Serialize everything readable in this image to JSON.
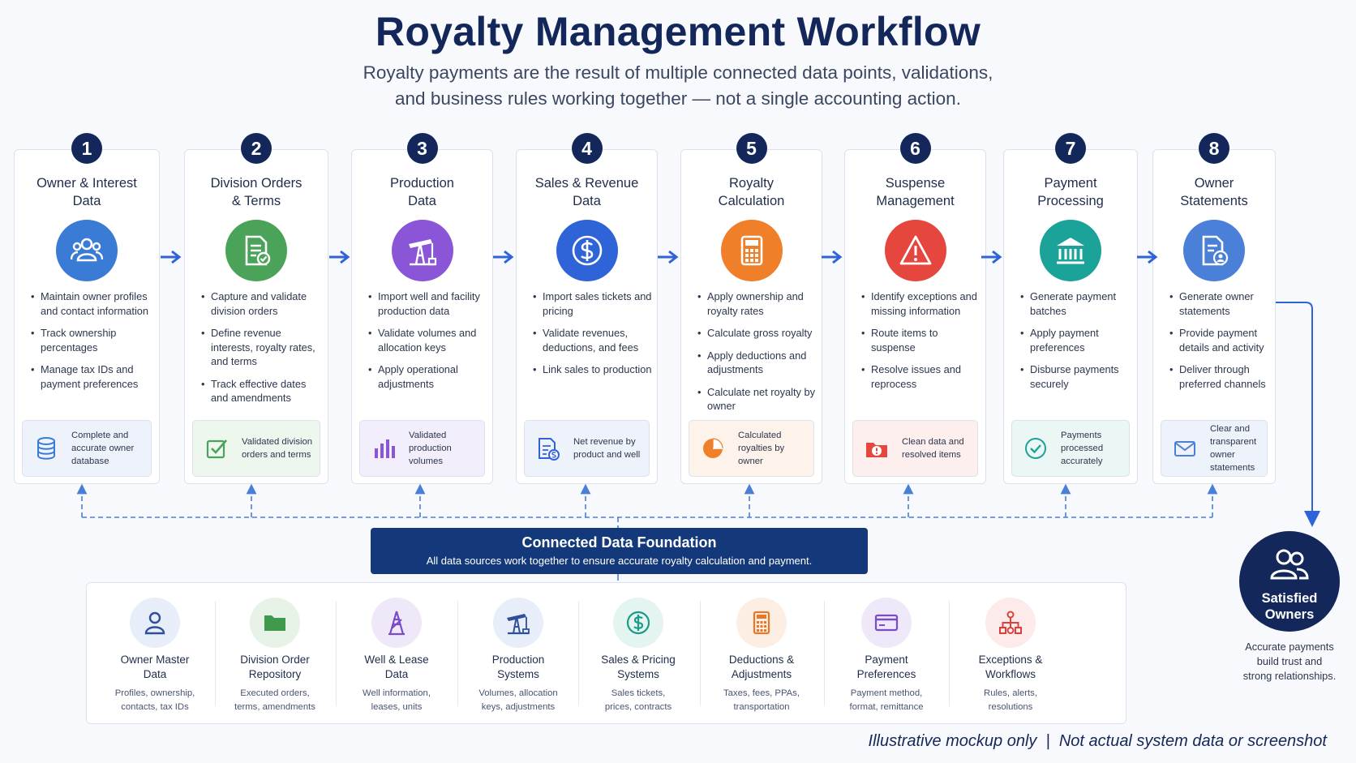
{
  "title": "Royalty Management Workflow",
  "subtitle_line1": "Royalty payments are the result of multiple connected data points, validations,",
  "subtitle_line2": "and business rules working together — not a single accounting action.",
  "steps": [
    {
      "num": "1",
      "title1": "Owner & Interest",
      "title2": "Data",
      "icon": "owner-group-icon",
      "color": "#3a7bd5",
      "bullets": [
        "Maintain owner profiles and contact information",
        "Track ownership percentages",
        "Manage tax IDs and payment preferences"
      ],
      "result": "Complete and accurate owner database",
      "result_icon": "database-icon",
      "result_bg": "#eef3fb"
    },
    {
      "num": "2",
      "title1": "Division Orders",
      "title2": "& Terms",
      "icon": "document-check-icon",
      "color": "#4aa358",
      "bullets": [
        "Capture and validate division orders",
        "Define revenue interests, royalty rates, and terms",
        "Track effective dates and amendments"
      ],
      "result": "Validated division orders and terms",
      "result_icon": "checkbox-icon",
      "result_bg": "#eef7ee"
    },
    {
      "num": "3",
      "title1": "Production",
      "title2": "Data",
      "icon": "pumpjack-icon",
      "color": "#8a55d6",
      "bullets": [
        "Import well and facility production data",
        "Validate volumes and allocation keys",
        "Apply operational adjustments"
      ],
      "result": "Validated production volumes",
      "result_icon": "bar-chart-icon",
      "result_bg": "#f3eefb"
    },
    {
      "num": "4",
      "title1": "Sales & Revenue",
      "title2": "Data",
      "icon": "dollar-circle-icon",
      "color": "#2f63d8",
      "bullets": [
        "Import sales tickets and pricing",
        "Validate revenues, deductions, and fees",
        "Link sales to production"
      ],
      "result": "Net revenue by product and well",
      "result_icon": "invoice-icon",
      "result_bg": "#eef3fb"
    },
    {
      "num": "5",
      "title1": "Royalty",
      "title2": "Calculation",
      "icon": "calculator-icon",
      "color": "#f07f2a",
      "bullets": [
        "Apply ownership and royalty rates",
        "Calculate gross royalty",
        "Apply deductions and adjustments",
        "Calculate net royalty by owner"
      ],
      "result": "Calculated royalties by owner",
      "result_icon": "pie-chart-icon",
      "result_bg": "#fdf3ea"
    },
    {
      "num": "6",
      "title1": "Suspense",
      "title2": "Management",
      "icon": "warning-icon",
      "color": "#e5473f",
      "bullets": [
        "Identify exceptions and missing information",
        "Route items to suspense",
        "Resolve issues and reprocess"
      ],
      "result": "Clean data and resolved items",
      "result_icon": "alert-folder-icon",
      "result_bg": "#fcefee"
    },
    {
      "num": "7",
      "title1": "Payment",
      "title2": "Processing",
      "icon": "bank-icon",
      "color": "#1ba39a",
      "bullets": [
        "Generate payment batches",
        "Apply payment preferences",
        "Disburse payments securely"
      ],
      "result": "Payments processed accurately",
      "result_icon": "check-circle-icon",
      "result_bg": "#ebf7f5"
    },
    {
      "num": "8",
      "title1": "Owner",
      "title2": "Statements",
      "icon": "statement-icon",
      "color": "#4a80d8",
      "bullets": [
        "Generate owner statements",
        "Provide payment details and activity",
        "Deliver through preferred channels"
      ],
      "result": "Clear and transparent owner statements",
      "result_icon": "envelope-icon",
      "result_bg": "#eef3fb"
    }
  ],
  "foundation": {
    "title": "Connected Data Foundation",
    "subtitle": "All data sources work together to ensure accurate royalty calculation and payment."
  },
  "sources": [
    {
      "title1": "Owner Master",
      "title2": "Data",
      "desc1": "Profiles, ownership,",
      "desc2": "contacts, tax IDs",
      "icon": "person-icon",
      "bg": "#e8eef9",
      "color": "#2f4f9a"
    },
    {
      "title1": "Division Order",
      "title2": "Repository",
      "desc1": "Executed orders,",
      "desc2": "terms, amendments",
      "icon": "folder-icon",
      "bg": "#e6f3e6",
      "color": "#3f9a4e"
    },
    {
      "title1": "Well & Lease",
      "title2": "Data",
      "desc1": "Well information,",
      "desc2": "leases, units",
      "icon": "derrick-icon",
      "bg": "#efe8f9",
      "color": "#7a4dc8"
    },
    {
      "title1": "Production",
      "title2": "Systems",
      "desc1": "Volumes, allocation",
      "desc2": "keys, adjustments",
      "icon": "pumpjack-small-icon",
      "bg": "#e8eef9",
      "color": "#2f4f9a"
    },
    {
      "title1": "Sales & Pricing",
      "title2": "Systems",
      "desc1": "Sales tickets,",
      "desc2": "prices, contracts",
      "icon": "dollar-icon",
      "bg": "#e3f4f1",
      "color": "#1b9a8a"
    },
    {
      "title1": "Deductions &",
      "title2": "Adjustments",
      "desc1": "Taxes, fees, PPAs,",
      "desc2": "transportation",
      "icon": "calculator-small-icon",
      "bg": "#fdeee3",
      "color": "#e8772a"
    },
    {
      "title1": "Payment",
      "title2": "Preferences",
      "desc1": "Payment method,",
      "desc2": "format, remittance",
      "icon": "card-icon",
      "bg": "#efe8f9",
      "color": "#7a4dc8"
    },
    {
      "title1": "Exceptions &",
      "title2": "Workflows",
      "desc1": "Rules, alerts,",
      "desc2": "resolutions",
      "icon": "workflow-icon",
      "bg": "#fcebea",
      "color": "#d9413a"
    }
  ],
  "satisfied": {
    "title1": "Satisfied",
    "title2": "Owners",
    "caption1": "Accurate payments",
    "caption2": "build trust and",
    "caption3": "strong relationships."
  },
  "disclaimer": "Illustrative mockup only  |  Not actual system data or screenshot",
  "colors": {
    "navy": "#14275a",
    "arrow": "#2f63d8",
    "dashed": "#4a7fd6"
  }
}
